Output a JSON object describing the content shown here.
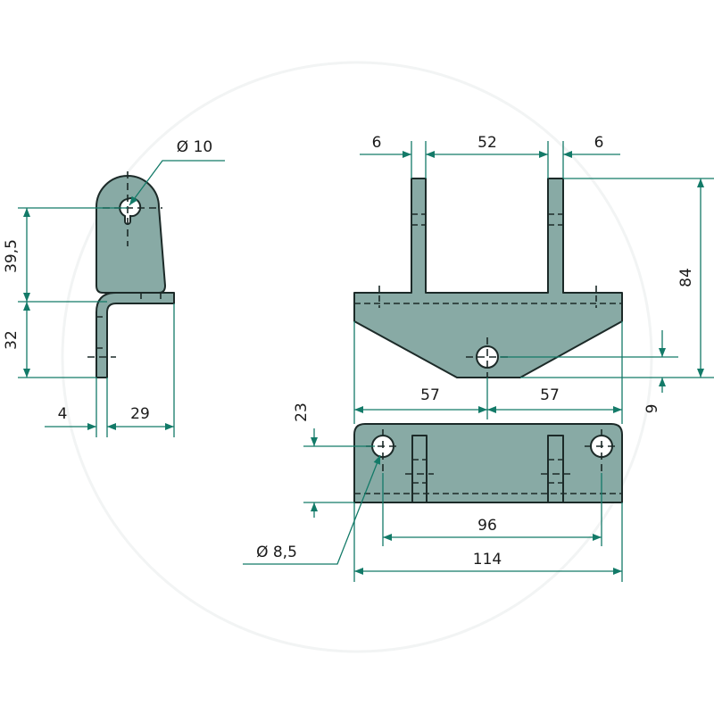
{
  "drawing": {
    "colors": {
      "part_fill": "#88aaa5",
      "dimension": "#137a68",
      "outline": "#1c2a28"
    },
    "side_view": {
      "hole_diameter": "Ø 10",
      "height_upper": "39,5",
      "height_lower": "32",
      "thickness": "4",
      "depth": "29"
    },
    "front_view": {
      "flange_left": "6",
      "gap": "52",
      "flange_right": "6",
      "total_height": "84",
      "hole_offset": "9",
      "half_width_left": "57",
      "half_width_right": "57"
    },
    "top_view": {
      "width_depth": "23",
      "hole_diameter": "Ø 8,5",
      "hole_spacing": "96",
      "total_width": "114"
    }
  }
}
